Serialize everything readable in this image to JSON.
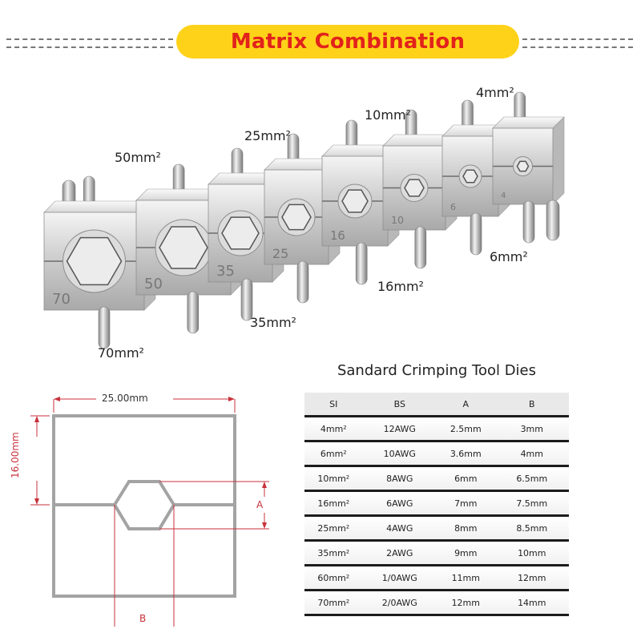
{
  "banner": {
    "title": "Matrix Combination",
    "background": "#ffd21a",
    "text_color": "#e2221b"
  },
  "die_labels": [
    "4mm²",
    "10mm²",
    "25mm²",
    "50mm²",
    "6mm²",
    "16mm²",
    "35mm²",
    "70mm²"
  ],
  "die_stamps": [
    "70",
    "50",
    "35",
    "25",
    "16",
    "10",
    "6",
    "4"
  ],
  "diagram": {
    "width_label": "25.00mm",
    "height_label": "16.00mm",
    "a_label": "A",
    "b_label": "B",
    "accent": "#c8323c"
  },
  "table": {
    "title": "Sandard Crimping Tool Dies",
    "headers": [
      "SI",
      "BS",
      "A",
      "B"
    ],
    "rows": [
      [
        "4mm²",
        "12AWG",
        "2.5mm",
        "3mm"
      ],
      [
        "6mm²",
        "10AWG",
        "3.6mm",
        "4mm"
      ],
      [
        "10mm²",
        "8AWG",
        "6mm",
        "6.5mm"
      ],
      [
        "16mm²",
        "6AWG",
        "7mm",
        "7.5mm"
      ],
      [
        "25mm²",
        "4AWG",
        "8mm",
        "8.5mm"
      ],
      [
        "35mm²",
        "2AWG",
        "9mm",
        "10mm"
      ],
      [
        "60mm²",
        "1/0AWG",
        "11mm",
        "12mm"
      ],
      [
        "70mm²",
        "2/0AWG",
        "12mm",
        "14mm"
      ]
    ]
  }
}
